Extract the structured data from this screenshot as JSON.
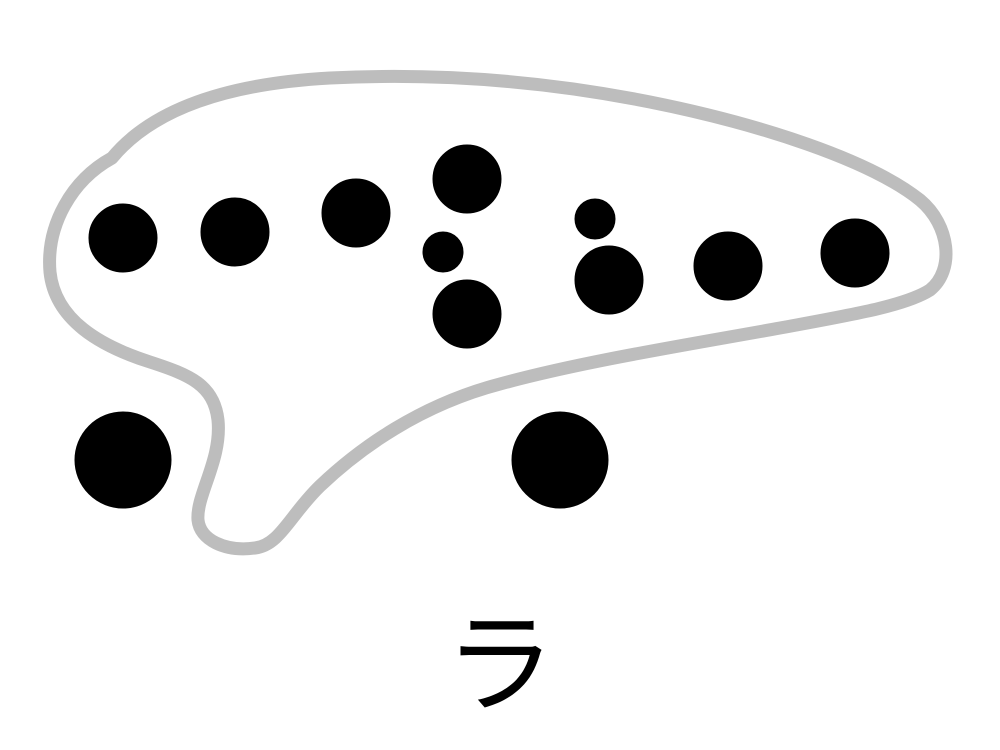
{
  "note": "ラ",
  "colors": {
    "outline": "#bdbdbd",
    "hole": "#000000",
    "background": "#ffffff"
  },
  "holes": {
    "row": [
      "closed",
      "closed",
      "closed",
      "closed",
      "closed",
      "closed",
      "closed",
      "closed",
      "closed",
      "closed"
    ],
    "thumb": [
      "closed",
      "closed"
    ]
  }
}
